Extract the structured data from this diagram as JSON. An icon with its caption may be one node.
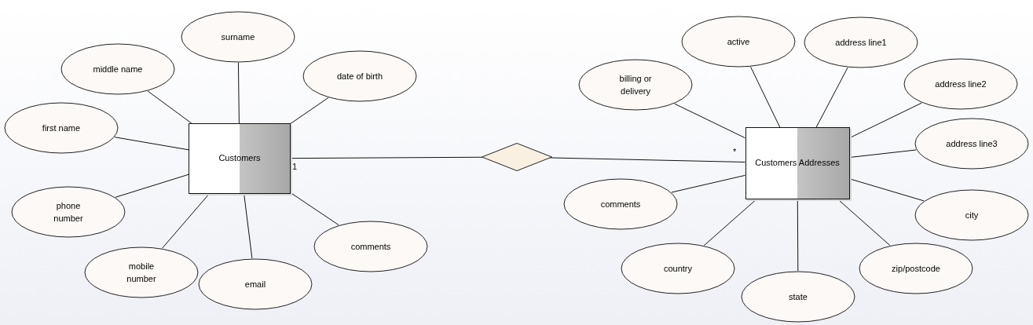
{
  "diagram": {
    "nodes": [
      {
        "text": [
          "Customers"
        ]
      },
      {
        "text": [
          "surname"
        ]
      },
      {
        "text": [
          "middle name"
        ]
      },
      {
        "text": [
          "date of birth"
        ]
      },
      {
        "text": [
          "first name"
        ]
      },
      {
        "text": [
          "phone number"
        ]
      },
      {
        "text": [
          "mobile number"
        ]
      },
      {
        "text": [
          "email"
        ]
      },
      {
        "text": [
          "comments"
        ]
      },
      {
        "text": [],
        "shape": "diamond"
      },
      {
        "text": [
          "Customers Addresses"
        ]
      },
      {
        "text": [
          "billing or delivery"
        ]
      },
      {
        "text": [
          "active"
        ]
      },
      {
        "text": [
          "address line1"
        ]
      },
      {
        "text": [
          "address line2"
        ]
      },
      {
        "text": [
          "address line3"
        ]
      },
      {
        "text": [
          "comments"
        ]
      },
      {
        "text": [
          "city"
        ]
      },
      {
        "text": [
          "country"
        ]
      },
      {
        "text": [
          "zip/postcode"
        ]
      },
      {
        "text": [
          "state"
        ]
      }
    ],
    "edges": [
      {
        "from": 0,
        "to": 1,
        "arrow": "none"
      },
      {
        "from": 0,
        "to": 2,
        "arrow": "none"
      },
      {
        "from": 0,
        "to": 3,
        "arrow": "none"
      },
      {
        "from": 0,
        "to": 4,
        "arrow": "none"
      },
      {
        "from": 0,
        "to": 5,
        "arrow": "none"
      },
      {
        "from": 0,
        "to": 6,
        "arrow": "none"
      },
      {
        "from": 0,
        "to": 7,
        "arrow": "none"
      },
      {
        "from": 0,
        "to": 8,
        "arrow": "none"
      },
      {
        "from": 0,
        "to": 9,
        "arrow": "none"
      },
      {
        "from": 9,
        "to": 10,
        "arrow": "none"
      },
      {
        "from": 10,
        "to": 11,
        "arrow": "none"
      },
      {
        "from": 10,
        "to": 12,
        "arrow": "none"
      },
      {
        "from": 10,
        "to": 13,
        "arrow": "none"
      },
      {
        "from": 10,
        "to": 14,
        "arrow": "none"
      },
      {
        "from": 10,
        "to": 15,
        "arrow": "none"
      },
      {
        "from": 10,
        "to": 16,
        "arrow": "none"
      },
      {
        "from": 10,
        "to": 17,
        "arrow": "none"
      },
      {
        "from": 10,
        "to": 18,
        "arrow": "none"
      },
      {
        "from": 10,
        "to": 19,
        "arrow": "none"
      },
      {
        "from": 10,
        "to": 20,
        "arrow": "none"
      }
    ],
    "labels": [
      "1",
      "*"
    ]
  }
}
